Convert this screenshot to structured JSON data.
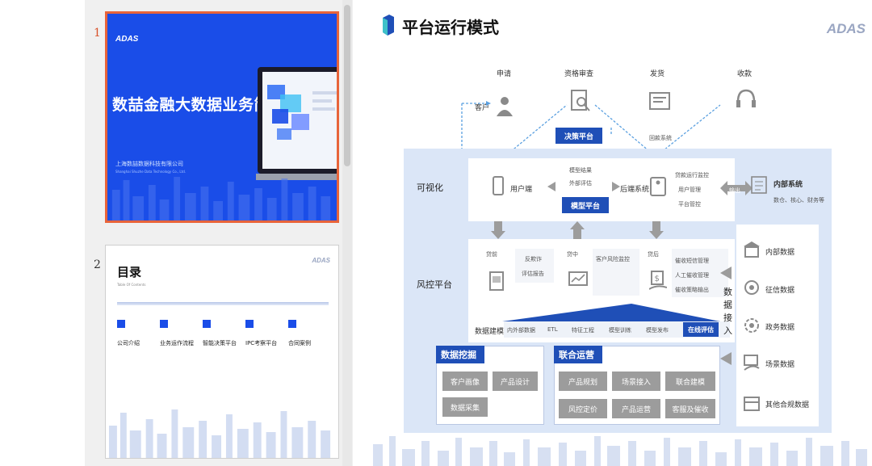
{
  "thumbnails": {
    "slide1": {
      "number": "1",
      "logo": "ADAS",
      "title": "数喆金融大数据业务简介",
      "company": "上海数喆数据科技有限公司",
      "company_en": "Shanghai Shuzhe Data Technology Co., Ltd."
    },
    "slide2": {
      "number": "2",
      "title": "目录",
      "subtitle": "Table Of Contents",
      "logo": "ADAS",
      "items": [
        "公司介绍",
        "业务运作流程",
        "智能决策平台",
        "IPC考察平台",
        "合同案例"
      ]
    }
  },
  "main": {
    "title": "平台运行模式",
    "logo": "ADAS",
    "flow": {
      "apply": "申请",
      "review": "资格审查",
      "issue": "发货",
      "collect": "收款",
      "customer": "客户",
      "decision_platform": "决策平台",
      "loan_system": "回款系统"
    },
    "visual_layer": {
      "label": "可视化",
      "client": "用户端",
      "model_results": "模型结果",
      "external_eval": "外部评估",
      "model_platform": "模型平台",
      "backend": "后端系统",
      "backend_items": [
        "贷款运行监控",
        "用户管理",
        "平台管控"
      ],
      "output": "输出",
      "internal_system": "内部系统",
      "internal_system_sub": "数仓、核心、财务等"
    },
    "risk_layer": {
      "label": "风控平台",
      "pre_loan": "贷前",
      "anti_fraud": "反欺诈",
      "eval_report": "评估报告",
      "in_loan": "贷中",
      "risk_monitor": "客户风险监控",
      "post_loan": "贷后",
      "post_items": [
        "催收短信管理",
        "人工催收管理",
        "催收策略输出"
      ],
      "pipeline_label": "数据建模",
      "pipeline": [
        "内外部数据",
        "ETL",
        "特征工程",
        "模型训练",
        "模型发布"
      ],
      "pipeline_btn": "在线评估"
    },
    "data_access": {
      "label": "数据接入",
      "items": [
        "内部数据",
        "征信数据",
        "政务数据",
        "场景数据",
        "其他合规数据"
      ]
    },
    "data_mining": {
      "title": "数据挖掘",
      "cells": [
        "客户画像",
        "产品设计",
        "数据采集"
      ]
    },
    "joint_ops": {
      "title": "联合运营",
      "cells": [
        "产品规划",
        "场景接入",
        "联合建模",
        "风控定价",
        "产品运营",
        "客服及催收"
      ]
    },
    "colors": {
      "primary_blue": "#1f4fb7",
      "slide_blue": "#1a4de8",
      "panel_bg": "#dbe6f7",
      "cell_gray": "#9c9c9c",
      "highlight": "#e8643a"
    }
  }
}
